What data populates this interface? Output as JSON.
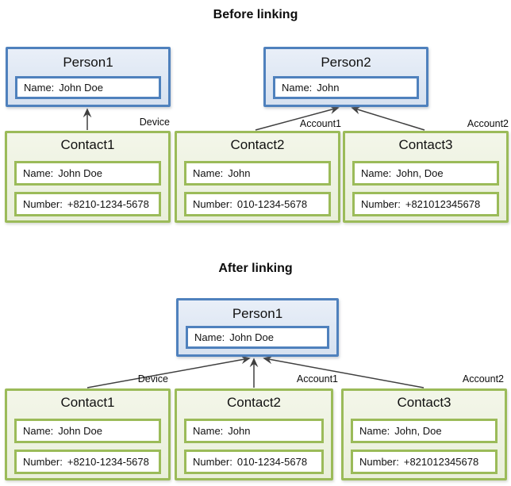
{
  "colors": {
    "person_border": "#4f81bd",
    "person_fill": "#dde6f2",
    "contact_border": "#9bbb59",
    "contact_fill": "#eef2e0",
    "arrow": "#3f3f3f"
  },
  "before": {
    "title": "Before linking",
    "persons": [
      {
        "title": "Person1",
        "name_label": "Name:",
        "name_value": "John Doe"
      },
      {
        "title": "Person2",
        "name_label": "Name:",
        "name_value": "John"
      }
    ],
    "contacts": [
      {
        "title": "Contact1",
        "link_label": "Device",
        "name_label": "Name:",
        "name_value": "John Doe",
        "number_label": "Number:",
        "number_value": "+8210-1234-5678"
      },
      {
        "title": "Contact2",
        "link_label": "Account1",
        "name_label": "Name:",
        "name_value": "John",
        "number_label": "Number:",
        "number_value": "010-1234-5678"
      },
      {
        "title": "Contact3",
        "link_label": "Account2",
        "name_label": "Name:",
        "name_value": "John, Doe",
        "number_label": "Number:",
        "number_value": "+821012345678"
      }
    ]
  },
  "after": {
    "title": "After linking",
    "persons": [
      {
        "title": "Person1",
        "name_label": "Name:",
        "name_value": "John Doe"
      }
    ],
    "contacts": [
      {
        "title": "Contact1",
        "link_label": "Device",
        "name_label": "Name:",
        "name_value": "John Doe",
        "number_label": "Number:",
        "number_value": "+8210-1234-5678"
      },
      {
        "title": "Contact2",
        "link_label": "Account1",
        "name_label": "Name:",
        "name_value": "John",
        "number_label": "Number:",
        "number_value": "010-1234-5678"
      },
      {
        "title": "Contact3",
        "link_label": "Account2",
        "name_label": "Name:",
        "name_value": "John, Doe",
        "number_label": "Number:",
        "number_value": "+821012345678"
      }
    ]
  }
}
